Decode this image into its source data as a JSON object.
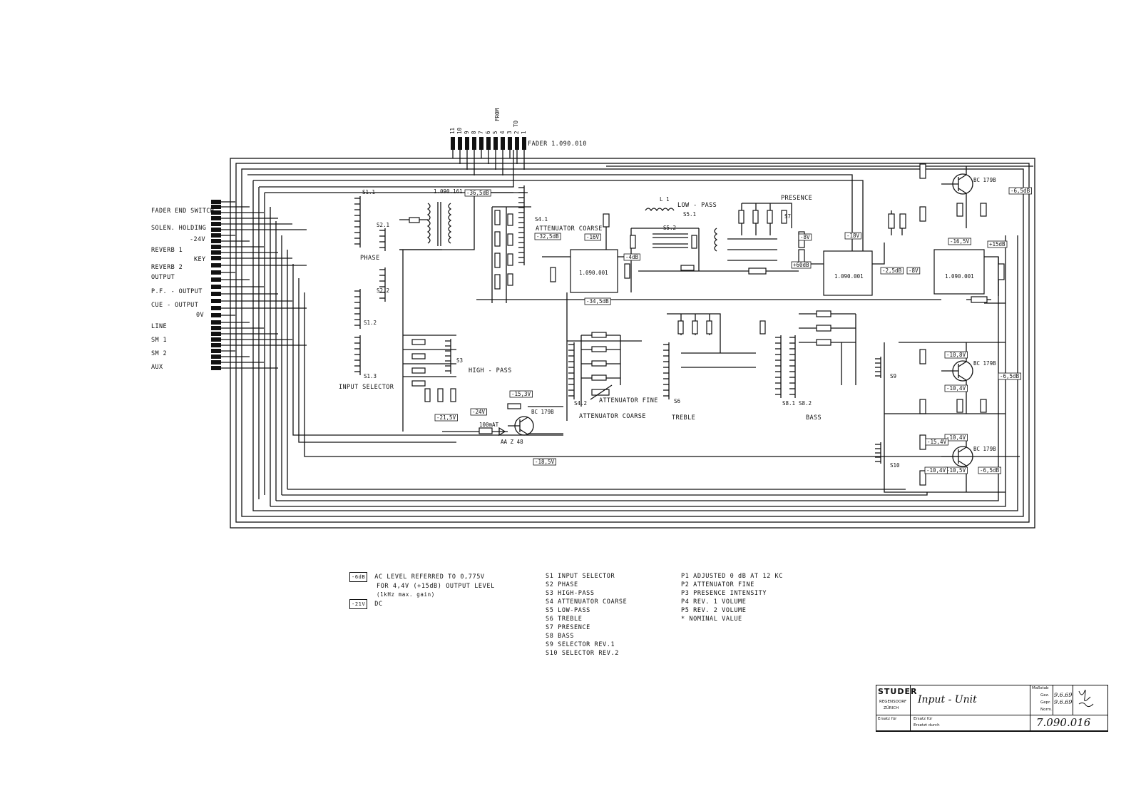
{
  "header": {
    "fader_label": "FADER 1.090.010",
    "from_label": "FROM",
    "to_label": "TO",
    "pin_numbers": [
      "11",
      "10",
      "9",
      "8",
      "7",
      "6",
      "5",
      "4",
      "3",
      "2",
      "1"
    ]
  },
  "left_connectors": {
    "labels": [
      "FADER END SWITCH",
      "SOLEN. HOLDING",
      "-24V",
      "REVERB 1",
      "KEY",
      "REVERB 2",
      "OUTPUT",
      "P.F. - OUTPUT",
      "CUE - OUTPUT",
      "0V",
      "LINE",
      "SM 1",
      "SM 2",
      "AUX"
    ]
  },
  "blocks": {
    "phase": "PHASE",
    "input_selector": "INPUT SELECTOR",
    "high_pass": "HIGH - PASS",
    "attenuator_coarse_top": "ATTENUATOR COARSE",
    "attenuator_coarse_bottom": "ATTENUATOR COARSE",
    "attenuator_fine": "ATTENUATOR FINE",
    "low_pass": "LOW - PASS",
    "presence": "PRESENCE",
    "treble": "TREBLE",
    "bass": "BASS",
    "amp1": "1.090.001",
    "amp2": "1.090.001",
    "amp3": "1.090.001",
    "transformer": "1.090.161",
    "transistor_type": "BC 179B",
    "diode_type": "AA Z 48",
    "fuse": "100mAT"
  },
  "switch_ids": [
    "S1.1",
    "S2.1",
    "S2.2",
    "S1.2",
    "S1.3",
    "S3",
    "S4.1",
    "S4.2",
    "S5.1",
    "S5.2",
    "S6",
    "S7",
    "S8.1",
    "S8.2",
    "S9",
    "S10"
  ],
  "level_tags": [
    "-36,5dB",
    "-32,5dB",
    "-16V",
    "-4dB",
    "-34,5dB",
    "-24V",
    "-15,3V",
    "-21,5V",
    "-18,5V",
    "-8V",
    "-18V",
    "+60dB",
    "-2,5dB",
    "-8V",
    "-16,5V",
    "+15dB",
    "-10,8V",
    "-10,4V",
    "-6,5dB",
    "-10,4V",
    "-15,4V",
    "-10,5V",
    "-10,4V",
    "-6,5dB",
    "-6,5dB"
  ],
  "legend_left": {
    "tag1": "-6dB",
    "line1": "AC LEVEL REFERRED TO 0,775V",
    "line2": "FOR 4,4V (+15dB) OUTPUT LEVEL",
    "line3": "(1kHz max. gain)",
    "tag2": "-21V",
    "line4": "DC"
  },
  "legend_switches": [
    "S1  INPUT SELECTOR",
    "S2  PHASE",
    "S3  HIGH-PASS",
    "S4  ATTENUATOR COARSE",
    "S5  LOW-PASS",
    "S6  TREBLE",
    "S7  PRESENCE",
    "S8  BASS",
    "S9  SELECTOR REV.1",
    "S10 SELECTOR REV.2"
  ],
  "legend_pots": [
    "P1  ADJUSTED 0 dB AT 12 KC",
    "P2  ATTENUATOR FINE",
    "P3  PRESENCE INTENSITY",
    "P4  REV. 1 VOLUME",
    "P5  REV. 2 VOLUME",
    "*   NOMINAL VALUE"
  ],
  "title_block": {
    "brand": "STUDER",
    "city1": "REGENSDORF",
    "city2": "ZÜRICH",
    "title": "Input - Unit",
    "row_labels": [
      "Gez.",
      "Gepr.",
      "Norm."
    ],
    "dates": [
      "9.6.69",
      "9.6.69"
    ],
    "left_col": "Ersatz für",
    "left_small1": "Ersatz für",
    "left_small2": "Ersetzt durch",
    "drawing_number": "7.090.016",
    "header_small": "Maßstab"
  }
}
